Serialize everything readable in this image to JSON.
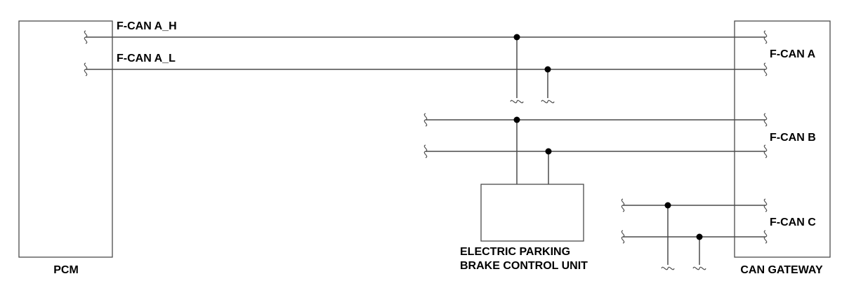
{
  "components": {
    "pcm": "PCM",
    "can_gateway": "CAN GATEWAY",
    "epb_unit_line1": "ELECTRIC PARKING",
    "epb_unit_line2": "BRAKE CONTROL UNIT"
  },
  "signals": {
    "fcan_a_h": "F-CAN A_H",
    "fcan_a_l": "F-CAN A_L"
  },
  "gateway_ports": {
    "a": "F-CAN A",
    "b": "F-CAN B",
    "c": "F-CAN C"
  }
}
